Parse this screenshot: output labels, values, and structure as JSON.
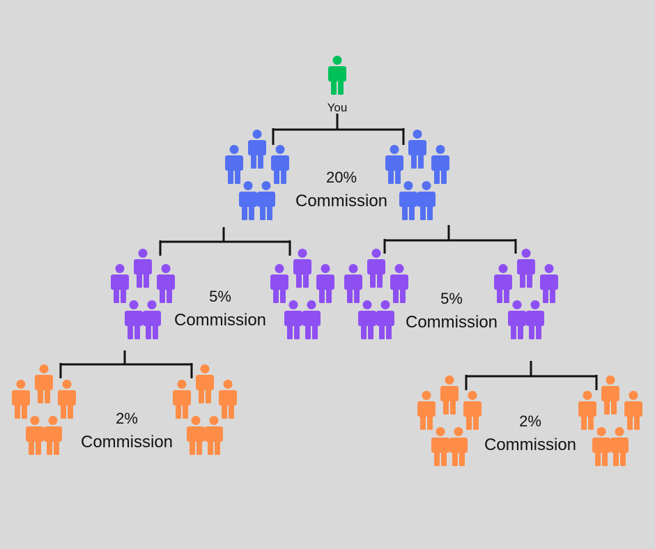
{
  "colors": {
    "background": "#d9d9d9",
    "you": "#00c05a",
    "level1": "#5470f2",
    "level2": "#8e4ff2",
    "level3": "#ff8d47",
    "connector": "#111111"
  },
  "icon": "person-icon",
  "root": {
    "label": "You"
  },
  "levels": [
    {
      "percent": "20%",
      "label": "Commission"
    },
    {
      "percent": "5%",
      "label": "Commission"
    },
    {
      "percent": "5%",
      "label": "Commission"
    },
    {
      "percent": "2%",
      "label": "Commission"
    },
    {
      "percent": "2%",
      "label": "Commission"
    }
  ]
}
